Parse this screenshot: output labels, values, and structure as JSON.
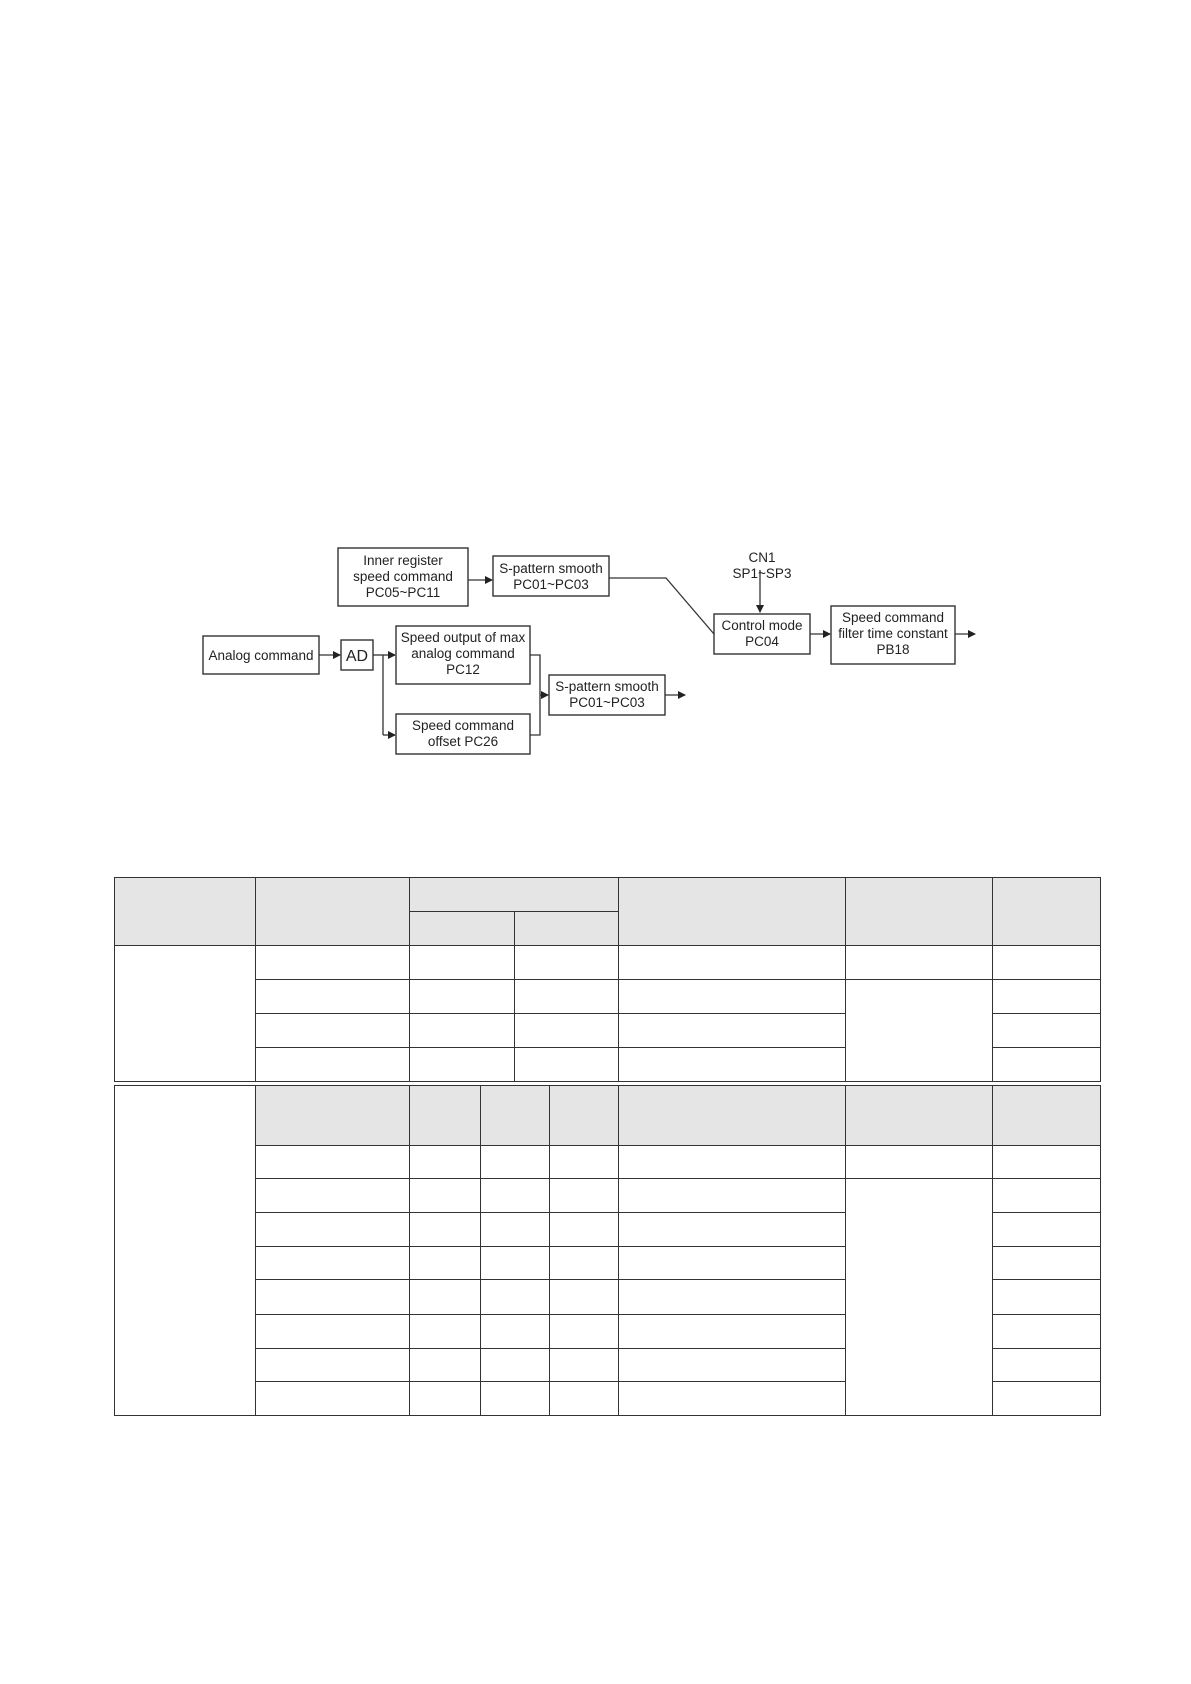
{
  "diagram": {
    "nodes": {
      "inner_register": [
        "Inner register",
        "speed command",
        "PC05~PC11"
      ],
      "s_pattern_top": [
        "S-pattern smooth",
        "PC01~PC03"
      ],
      "cn1": [
        "CN1",
        "SP1~SP3"
      ],
      "control_mode": [
        "Control mode",
        "PC04"
      ],
      "filter": [
        "Speed command",
        "filter time constant",
        "PB18"
      ],
      "analog": [
        "Analog command"
      ],
      "ad": [
        "AD"
      ],
      "speed_output": [
        "Speed output of max",
        "analog command",
        "PC12"
      ],
      "offset": [
        "Speed command",
        "offset PC26"
      ],
      "s_pattern_bottom": [
        "S-pattern smooth",
        "PC01~PC03"
      ]
    }
  },
  "tables": {
    "table1": {
      "header_rows": 2,
      "body_rows": 4,
      "columns": 7
    },
    "table2": {
      "header_rows": 1,
      "body_rows": 8,
      "columns": 8
    }
  },
  "colors": {
    "header_bg": "#e5e5e5",
    "stroke": "#333333"
  }
}
